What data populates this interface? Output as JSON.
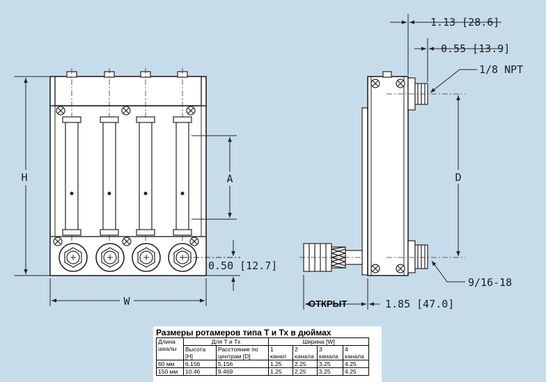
{
  "labels": {
    "h": "H",
    "a": "A",
    "w": "W",
    "d": "D",
    "dim_113": "1.13 [28.6]",
    "dim_055": "0.55 [13.9]",
    "npt": "1/8 NPT",
    "dim_050": "0.50 [12.7]",
    "thread": "9/16-18",
    "dim_185": "1.85 [47.0]",
    "open": "ОТКРЫТ"
  },
  "table": {
    "title": "Размеры ротамеров типа Т и Тх в дюймах",
    "col_length": "Длина шкалы",
    "group_t": "Для Т и Тх",
    "group_w": "Ширина [W]",
    "col_height": "Высота [H]",
    "col_dist": "Расстояние по центрам [D]",
    "ch1": "1 канал",
    "ch2": "2 канала",
    "ch3": "3 канала",
    "ch4": "4 канала",
    "rows": [
      {
        "len": "60 мм",
        "h": "6.156",
        "d": "5.156",
        "w1": "1.25",
        "w2": "2.25",
        "w3": "3.25",
        "w4": "4.25"
      },
      {
        "len": "150 мм",
        "h": "10.46",
        "d": "9.469",
        "w1": "1.25",
        "w2": "2.25",
        "w3": "3.25",
        "w4": "4.25"
      }
    ]
  }
}
